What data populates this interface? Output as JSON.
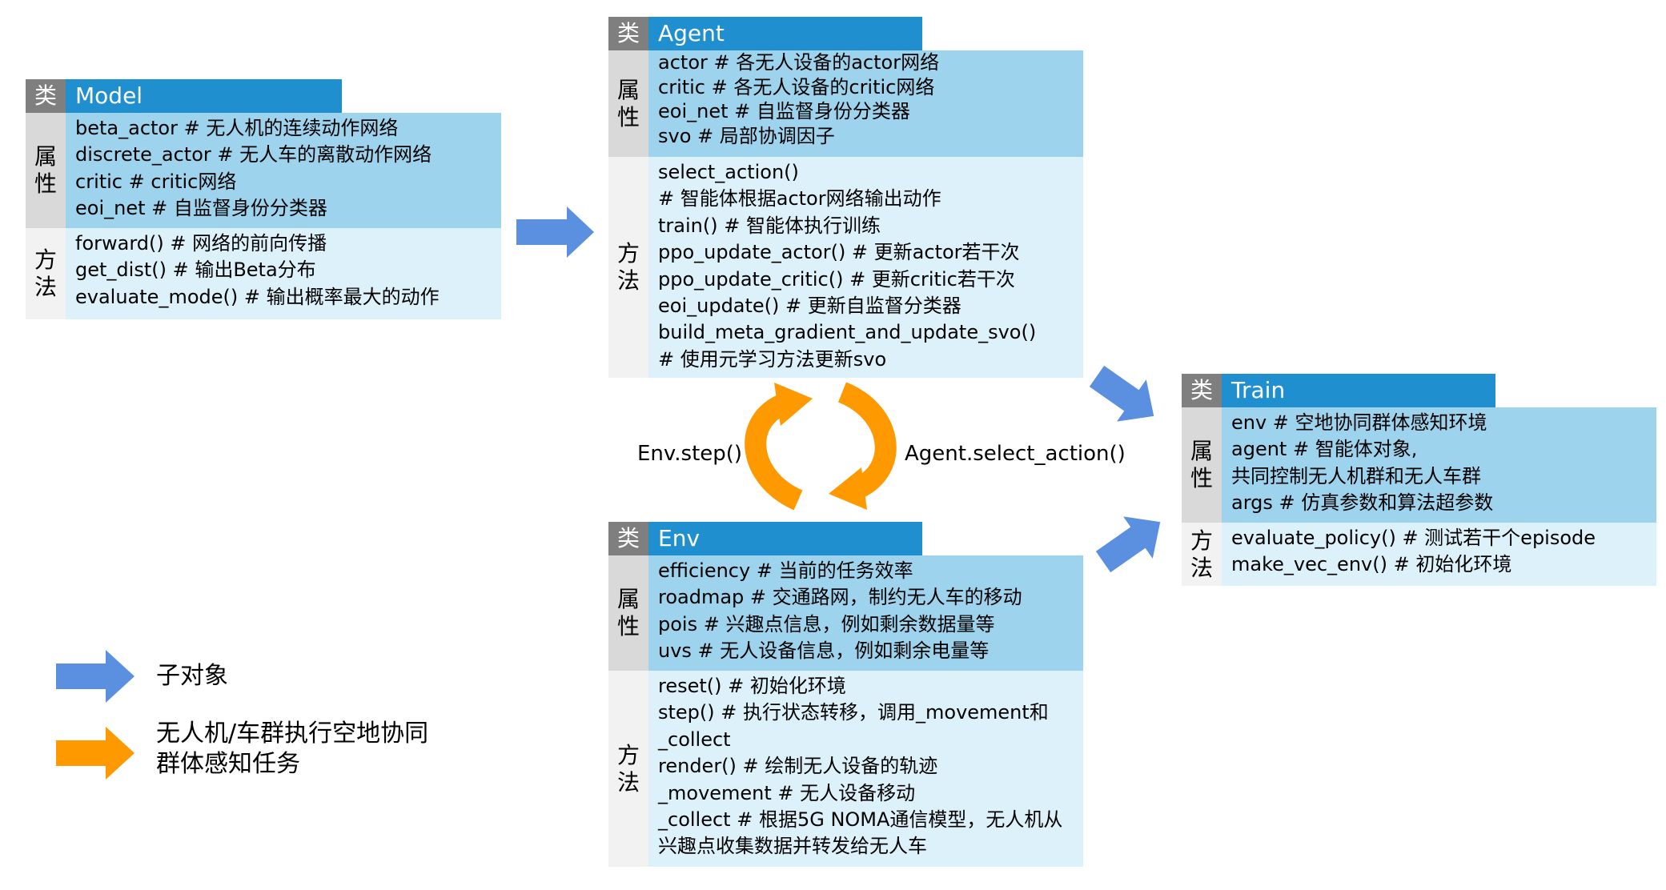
{
  "class_label": "类",
  "attr_label": [
    "属",
    "性"
  ],
  "method_label": [
    "方",
    "法"
  ],
  "model": {
    "title": "Model",
    "attributes": [
      "beta_actor # 无人机的连续动作网络",
      "discrete_actor # 无人车的离散动作网络",
      "critic # critic网络",
      "eoi_net # 自监督身份分类器"
    ],
    "methods": [
      "forward() # 网络的前向传播",
      "get_dist() # 输出Beta分布",
      "evaluate_mode() # 输出概率最大的动作"
    ]
  },
  "agent": {
    "title": "Agent",
    "attributes": [
      "actor # 各无人设备的actor网络",
      "critic # 各无人设备的critic网络",
      "eoi_net # 自监督身份分类器",
      "svo # 局部协调因子"
    ],
    "methods": [
      "select_action()",
      "# 智能体根据actor网络输出动作",
      "train() # 智能体执行训练",
      "ppo_update_actor() # 更新actor若干次",
      "ppo_update_critic() # 更新critic若干次",
      "eoi_update() # 更新自监督分类器",
      "build_meta_gradient_and_update_svo()",
      "# 使用元学习方法更新svo"
    ]
  },
  "env": {
    "title": "Env",
    "attributes": [
      "efficiency # 当前的任务效率",
      "roadmap # 交通路网，制约无人车的移动",
      "pois # 兴趣点信息，例如剩余数据量等",
      "uvs # 无人设备信息，例如剩余电量等"
    ],
    "methods": [
      "reset() # 初始化环境",
      "step() # 执行状态转移，调用_movement和",
      "_collect",
      "render() # 绘制无人设备的轨迹",
      "_movement # 无人设备移动",
      "_collect # 根据5G NOMA通信模型，无人机从",
      "兴趣点收集数据并转发给无人车"
    ]
  },
  "train": {
    "title": "Train",
    "attributes": [
      "env # 空地协同群体感知环境",
      "agent # 智能体对象,",
      "共同控制无人机群和无人车群",
      "args # 仿真参数和算法超参数"
    ],
    "methods": [
      "evaluate_policy() # 测试若干个episode",
      "make_vec_env() # 初始化环境"
    ]
  },
  "cycle": {
    "left_label": "Env.step()",
    "right_label": "Agent.select_action()"
  },
  "legend": {
    "blue_label": "子对象",
    "orange_label_line1": "无人机/车群执行空地协同",
    "orange_label_line2": "群体感知任务"
  },
  "colors": {
    "blue_arrow": "#5b8fe0",
    "orange_arrow": "#ff9900",
    "header_blue": "#1f8fd0",
    "attr_bg": "#9ed3ee",
    "method_bg": "#dcf1fa"
  }
}
